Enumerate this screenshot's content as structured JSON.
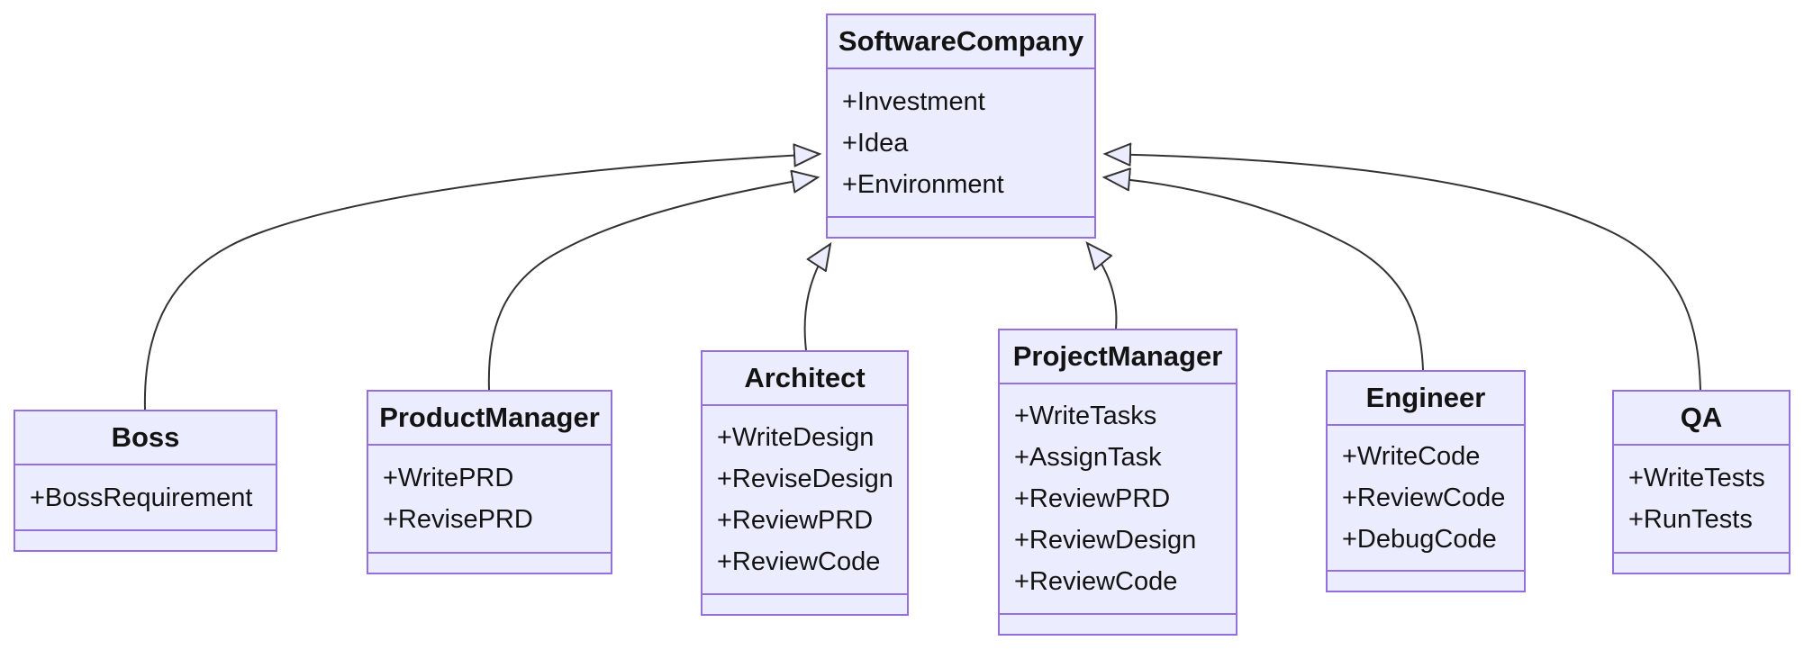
{
  "diagram": {
    "type": "uml-class-diagram",
    "background_color": "#FFFFFF",
    "node_fill_color": "#ECECFF",
    "node_border_color": "#9370DB",
    "edge_color": "#333333",
    "text_color": "#131313",
    "arrowhead_style": "hollow-triangle"
  },
  "classes": [
    {
      "name": "SoftwareCompany",
      "attributes": [
        "+Investment",
        "+Idea",
        "+Environment"
      ],
      "methods": []
    },
    {
      "name": "Boss",
      "attributes": [
        "+BossRequirement"
      ],
      "methods": []
    },
    {
      "name": "ProductManager",
      "attributes": [
        "+WritePRD",
        "+RevisePRD"
      ],
      "methods": []
    },
    {
      "name": "Architect",
      "attributes": [
        "+WriteDesign",
        "+ReviseDesign",
        "+ReviewPRD",
        "+ReviewCode"
      ],
      "methods": []
    },
    {
      "name": "ProjectManager",
      "attributes": [
        "+WriteTasks",
        "+AssignTask",
        "+ReviewPRD",
        "+ReviewDesign",
        "+ReviewCode"
      ],
      "methods": []
    },
    {
      "name": "Engineer",
      "attributes": [
        "+WriteCode",
        "+ReviewCode",
        "+DebugCode"
      ],
      "methods": []
    },
    {
      "name": "QA",
      "attributes": [
        "+WriteTests",
        "+RunTests"
      ],
      "methods": []
    }
  ],
  "relations": [
    {
      "from": "Boss",
      "to": "SoftwareCompany",
      "type": "inheritance"
    },
    {
      "from": "ProductManager",
      "to": "SoftwareCompany",
      "type": "inheritance"
    },
    {
      "from": "Architect",
      "to": "SoftwareCompany",
      "type": "inheritance"
    },
    {
      "from": "ProjectManager",
      "to": "SoftwareCompany",
      "type": "inheritance"
    },
    {
      "from": "Engineer",
      "to": "SoftwareCompany",
      "type": "inheritance"
    },
    {
      "from": "QA",
      "to": "SoftwareCompany",
      "type": "inheritance"
    }
  ]
}
